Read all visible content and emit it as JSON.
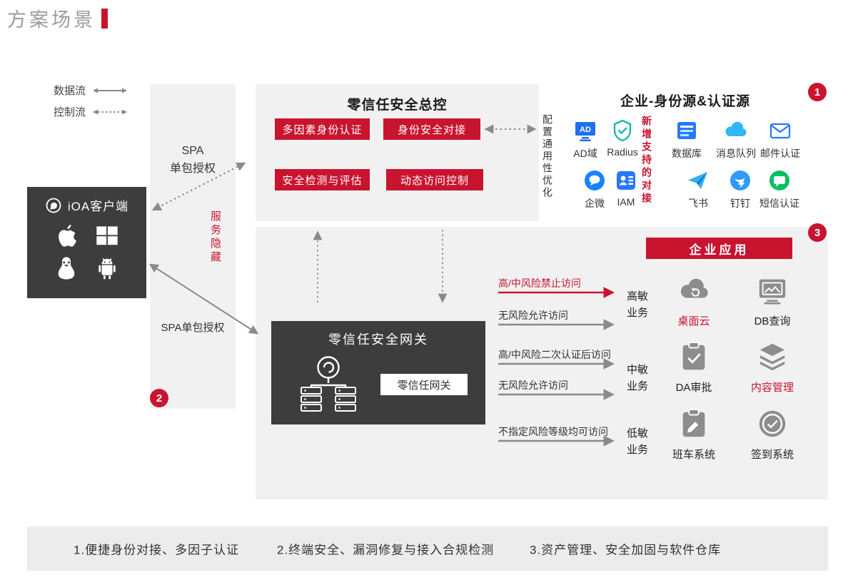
{
  "colors": {
    "accent": "#c9142f",
    "panel_gray": "#f1f1f2",
    "dark_box": "#3d3d3d",
    "footer_bg": "#ececec"
  },
  "page": {
    "title": "方案场景"
  },
  "legend": {
    "data_flow": "数据流",
    "control_flow": "控制流"
  },
  "client": {
    "label": "iOA客户端",
    "os_icons": [
      "apple-os-icon",
      "windows-os-icon",
      "linux-os-icon",
      "android-os-icon"
    ]
  },
  "spa_zone": {
    "top_label": "SPA\n单包授权",
    "hidden_label": "服务隐藏",
    "bottom_label": "SPA单包授权",
    "badge": "2"
  },
  "control_center": {
    "title": "零信任安全总控",
    "buttons": [
      "多因素身份认证",
      "身份安全对接",
      "安全检测与评估",
      "动态访问控制"
    ]
  },
  "identity_sources": {
    "title": "企业-身份源&认证源",
    "badge": "1",
    "left_vertical": "配置通用性优化",
    "new_vertical": "新增支持的对接",
    "row1": [
      {
        "label": "AD域",
        "icon": "ad-domain-icon"
      },
      {
        "label": "Radius",
        "icon": "radius-shield-icon"
      },
      {
        "label": "数据库",
        "icon": "database-icon"
      },
      {
        "label": "消息队列",
        "icon": "message-queue-cloud-icon"
      },
      {
        "label": "邮件认证",
        "icon": "mail-auth-icon"
      }
    ],
    "row2": [
      {
        "label": "企微",
        "icon": "wecom-icon"
      },
      {
        "label": "IAM",
        "icon": "iam-icon"
      },
      {
        "label": "飞书",
        "icon": "feishu-icon"
      },
      {
        "label": "钉钉",
        "icon": "dingtalk-icon"
      },
      {
        "label": "短信认证",
        "icon": "sms-auth-icon"
      }
    ]
  },
  "gateway": {
    "title": "零信任安全网关",
    "button": "零信任网关"
  },
  "access_rules": [
    {
      "label": "高/中风险禁止访问",
      "style": "red"
    },
    {
      "label": "无风险允许访问",
      "style": "gray"
    },
    {
      "label": "高/中风险二次认证后访问",
      "style": "gray"
    },
    {
      "label": "无风险允许访问",
      "style": "gray"
    },
    {
      "label": "不指定风险等级均可访问",
      "style": "gray"
    }
  ],
  "apps": {
    "title": "企业应用",
    "badge": "3",
    "tiers": [
      "高敏\n业务",
      "中敏\n业务",
      "低敏\n业务"
    ],
    "items": [
      {
        "label": "桌面云",
        "red": true,
        "icon": "desktop-cloud-icon"
      },
      {
        "label": "DB查询",
        "red": false,
        "icon": "db-query-monitor-icon"
      },
      {
        "label": "DA审批",
        "red": false,
        "icon": "approval-clipboard-icon"
      },
      {
        "label": "内容管理",
        "red": true,
        "icon": "content-layers-icon"
      },
      {
        "label": "班车系统",
        "red": false,
        "icon": "shuttle-clipboard-icon"
      },
      {
        "label": "签到系统",
        "red": false,
        "icon": "checkin-circle-icon"
      }
    ]
  },
  "footer": {
    "items": [
      "1.便捷身份对接、多因子认证",
      "2.终端安全、漏洞修复与接入合规检测",
      "3.资产管理、安全加固与软件仓库"
    ]
  }
}
